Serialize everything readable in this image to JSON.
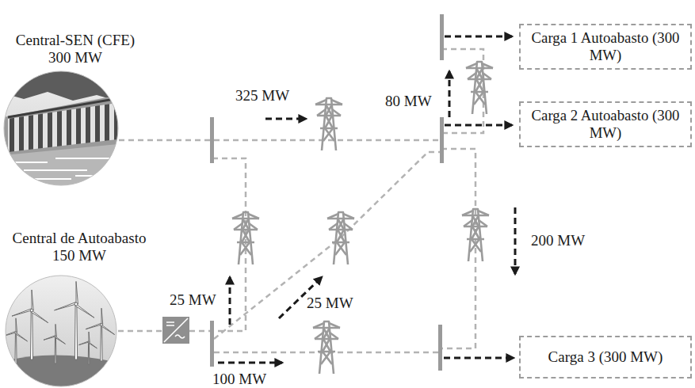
{
  "diagram": {
    "nodes": [
      {
        "text": [
          "Central-SEN (CFE)",
          "300 MW"
        ]
      },
      {
        "text": [
          "Central de Autoabasto",
          "150 MW"
        ]
      },
      {
        "text": [
          "Carga 1 Autoabasto (300 MW)"
        ]
      },
      {
        "text": [
          "Carga 2 Autoabasto (300 MW)"
        ]
      },
      {
        "text": [
          "Carga 3 (300 MW)"
        ]
      }
    ],
    "labels": [
      "325 MW",
      "80 MW",
      "200 MW",
      "25 MW",
      "25 MW",
      "100 MW"
    ]
  }
}
